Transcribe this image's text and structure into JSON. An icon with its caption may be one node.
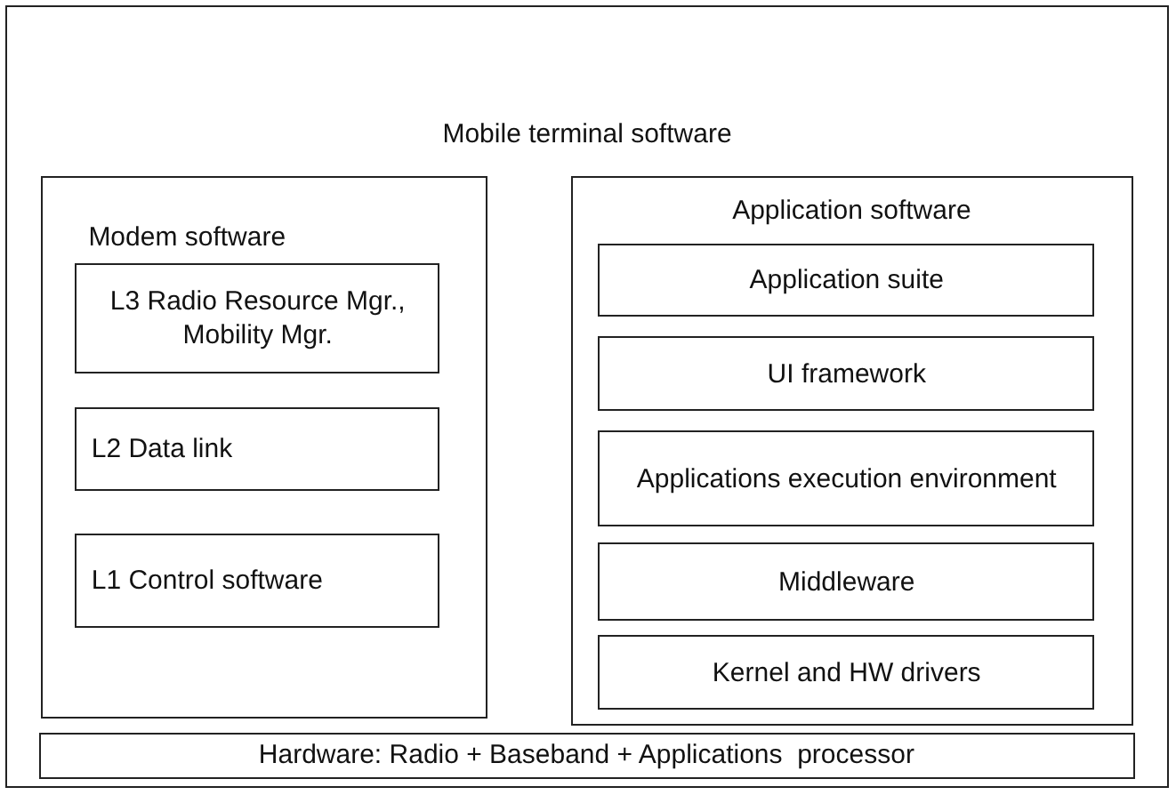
{
  "diagram": {
    "nodes": [
      {
        "text": [
          "Mobile terminal software"
        ]
      },
      {
        "text": [
          "Modem software"
        ],
        "in": 0
      },
      {
        "text": [
          "L3 Radio Resource Mgr., Mobility Mgr."
        ],
        "in": 1
      },
      {
        "text": [
          "L2 Data link"
        ],
        "in": 1
      },
      {
        "text": [
          "L1 Control software"
        ],
        "in": 1
      },
      {
        "text": [
          "Application software"
        ],
        "in": 0
      },
      {
        "text": [
          "Application suite"
        ],
        "in": 5
      },
      {
        "text": [
          "UI framework"
        ],
        "in": 5
      },
      {
        "text": [
          "Applications execution environment"
        ],
        "in": 5
      },
      {
        "text": [
          "Middleware"
        ],
        "in": 5
      },
      {
        "text": [
          "Kernel and HW drivers"
        ],
        "in": 5
      },
      {
        "text": [
          "Hardware: Radio + Baseband + Applications  processor"
        ],
        "in": 0
      }
    ]
  }
}
